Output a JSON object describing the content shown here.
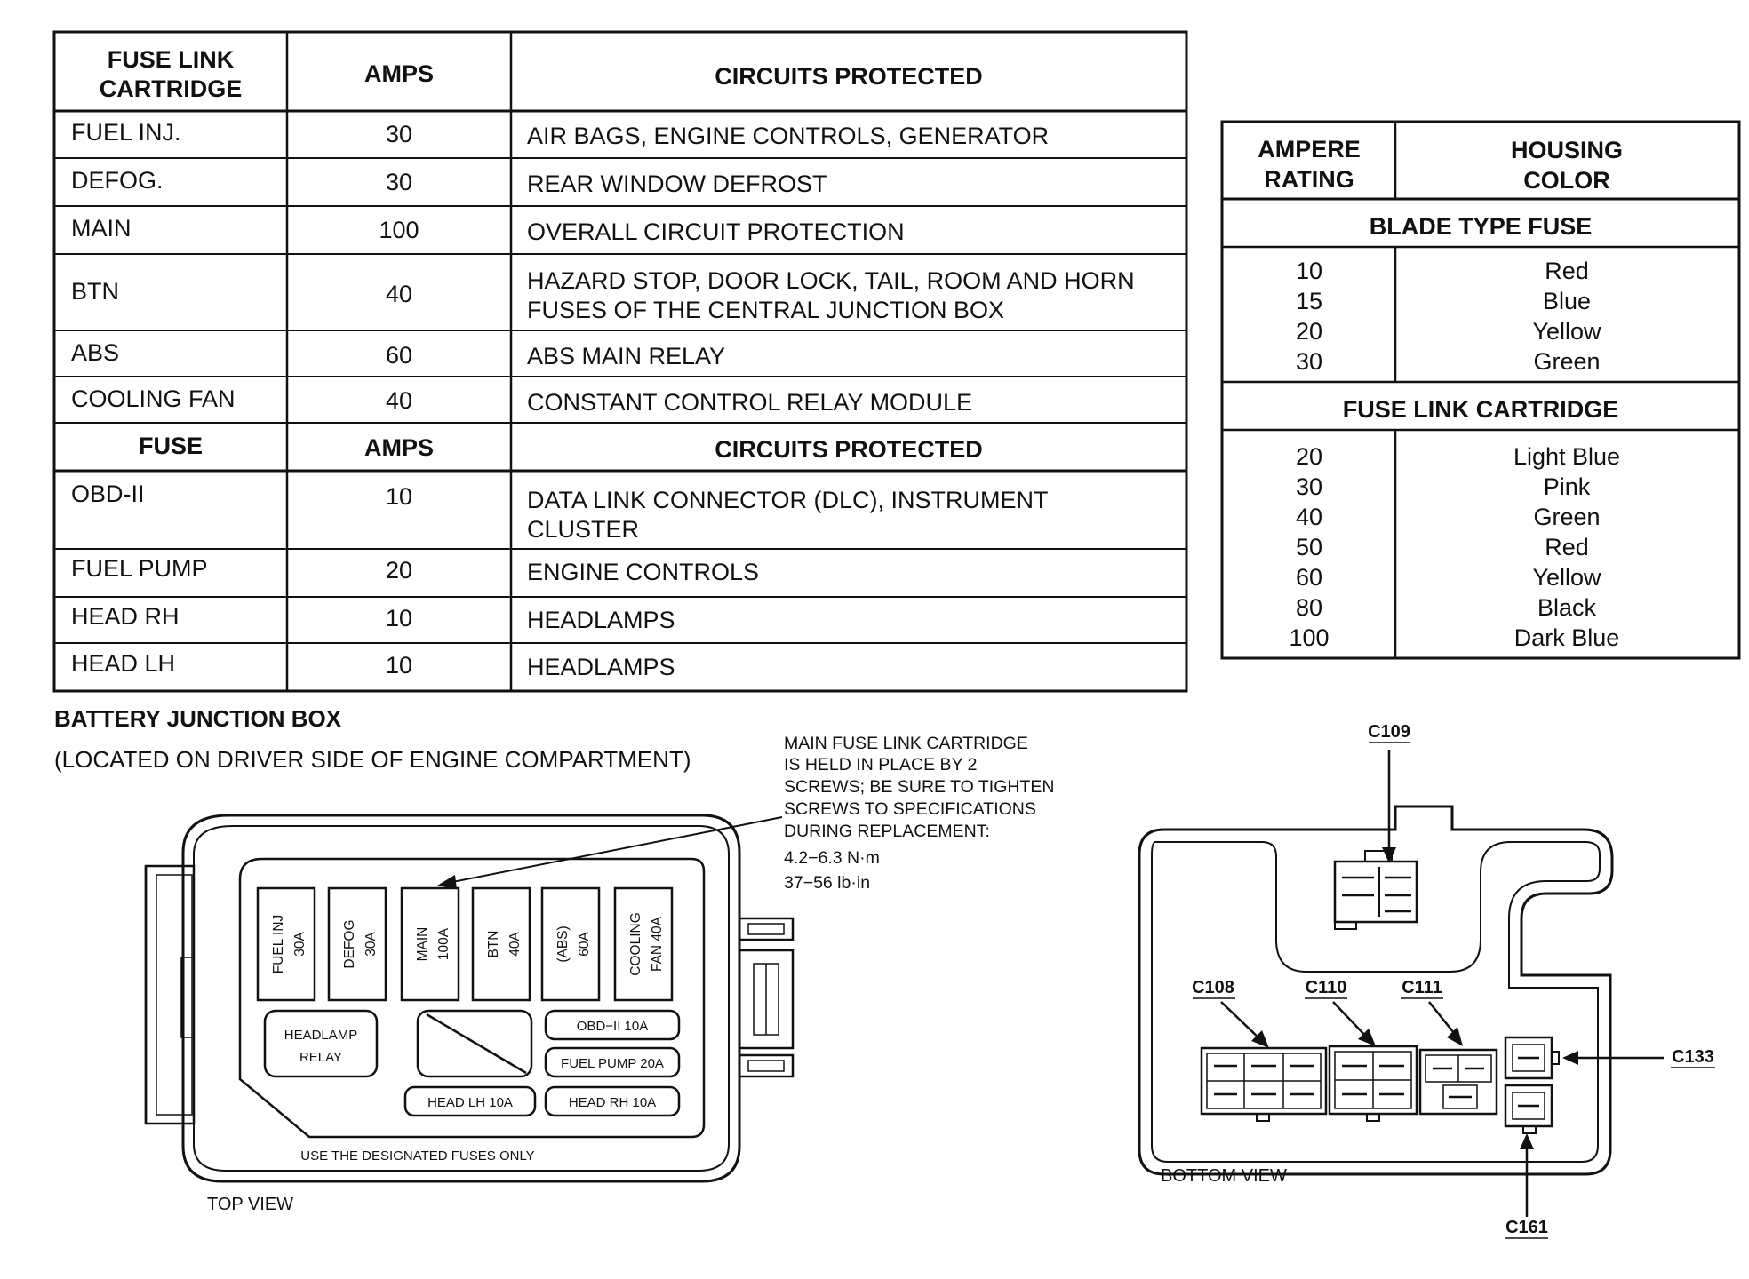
{
  "fuse_table": {
    "headers": [
      "FUSE LINK CARTRIDGE",
      "AMPS",
      "CIRCUITS PROTECTED"
    ],
    "link_rows": [
      {
        "name": "FUEL INJ.",
        "amps": "30",
        "circuits": [
          "AIR BAGS, ENGINE CONTROLS, GENERATOR"
        ]
      },
      {
        "name": "DEFOG.",
        "amps": "30",
        "circuits": [
          "REAR WINDOW DEFROST"
        ]
      },
      {
        "name": "MAIN",
        "amps": "100",
        "circuits": [
          "OVERALL CIRCUIT PROTECTION"
        ]
      },
      {
        "name": "BTN",
        "amps": "40",
        "circuits": [
          "HAZARD STOP, DOOR LOCK, TAIL, ROOM AND HORN",
          "FUSES OF THE CENTRAL JUNCTION BOX"
        ]
      },
      {
        "name": "ABS",
        "amps": "60",
        "circuits": [
          "ABS MAIN RELAY"
        ]
      },
      {
        "name": "COOLING FAN",
        "amps": "40",
        "circuits": [
          "CONSTANT CONTROL RELAY MODULE"
        ]
      }
    ],
    "fuse_headers": [
      "FUSE",
      "AMPS",
      "CIRCUITS PROTECTED"
    ],
    "fuse_rows": [
      {
        "name": "OBD-II",
        "amps": "10",
        "circuits": [
          "DATA LINK CONNECTOR (DLC), INSTRUMENT",
          "CLUSTER"
        ]
      },
      {
        "name": "FUEL PUMP",
        "amps": "20",
        "circuits": [
          "ENGINE CONTROLS"
        ]
      },
      {
        "name": "HEAD RH",
        "amps": "10",
        "circuits": [
          "HEADLAMPS"
        ]
      },
      {
        "name": "HEAD LH",
        "amps": "10",
        "circuits": [
          "HEADLAMPS"
        ]
      }
    ]
  },
  "color_table": {
    "headers": [
      "AMPERE RATING",
      "HOUSING COLOR"
    ],
    "sections": [
      {
        "title": "BLADE TYPE FUSE",
        "rows": [
          {
            "amps": "10",
            "color": "Red"
          },
          {
            "amps": "15",
            "color": "Blue"
          },
          {
            "amps": "20",
            "color": "Yellow"
          },
          {
            "amps": "30",
            "color": "Green"
          }
        ]
      },
      {
        "title": "FUSE LINK CARTRIDGE",
        "rows": [
          {
            "amps": "20",
            "color": "Light Blue"
          },
          {
            "amps": "30",
            "color": "Pink"
          },
          {
            "amps": "40",
            "color": "Green"
          },
          {
            "amps": "50",
            "color": "Red"
          },
          {
            "amps": "60",
            "color": "Yellow"
          },
          {
            "amps": "80",
            "color": "Black"
          },
          {
            "amps": "100",
            "color": "Dark Blue"
          }
        ]
      }
    ]
  },
  "diagram": {
    "title": "BATTERY JUNCTION BOX",
    "subtitle": "(LOCATED ON DRIVER SIDE OF ENGINE COMPARTMENT)",
    "note_lines": [
      "MAIN FUSE LINK CARTRIDGE",
      "IS HELD IN PLACE BY 2",
      "SCREWS; BE SURE TO TIGHTEN",
      "SCREWS TO SPECIFICATIONS",
      "DURING REPLACEMENT:",
      "4.2−6.3 N·m",
      "37−56 lb·in"
    ],
    "cartridges": [
      [
        "FUEL INJ",
        "30A"
      ],
      [
        "DEFOG",
        "30A"
      ],
      [
        "MAIN",
        "100A"
      ],
      [
        "BTN",
        "40A"
      ],
      [
        "(ABS)",
        "60A"
      ],
      [
        "COOLING",
        "FAN 40A"
      ]
    ],
    "relay_label": [
      "HEADLAMP",
      "RELAY"
    ],
    "fuses": [
      "OBD−II 10A",
      "FUEL PUMP 20A",
      "HEAD LH 10A",
      "HEAD RH 10A"
    ],
    "bottom_text": "USE THE DESIGNATED FUSES ONLY",
    "top_view_label": "TOP VIEW",
    "bottom_view_label": "BOTTOM VIEW",
    "connectors": [
      "C109",
      "C108",
      "C110",
      "C111",
      "C133",
      "C161"
    ]
  }
}
